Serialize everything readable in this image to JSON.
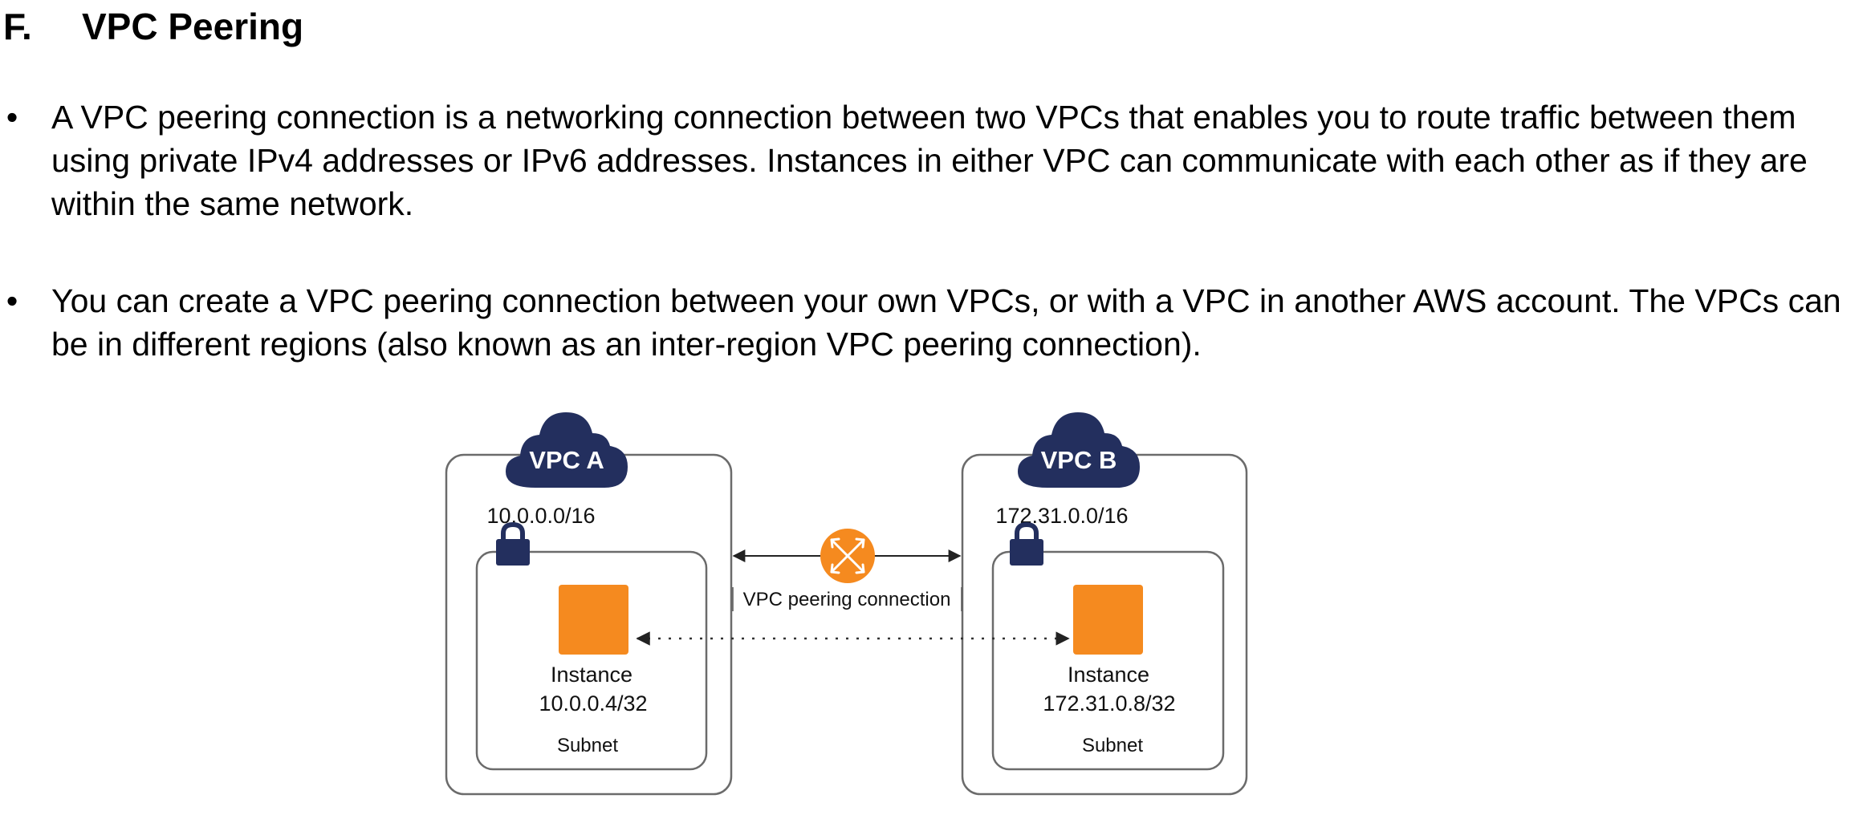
{
  "section": {
    "letter": "F.",
    "title": "VPC Peering"
  },
  "bullets": [
    {
      "symbol": "•",
      "text": "A VPC peering connection is a networking connection between two VPCs that enables you to route traffic between them using private IPv4 addresses or IPv6 addresses. Instances in either VPC can communicate with each other as if they are within the same network."
    },
    {
      "symbol": "•",
      "text": "You can create a VPC peering connection between your own VPCs, or with a VPC in another AWS account. The VPCs can be in different regions (also known as an inter-region VPC peering connection)."
    }
  ],
  "diagram": {
    "colors": {
      "cloud": "#232f5e",
      "instance": "#f58a1f",
      "router": "#f58a1f",
      "border": "#6b6b6b"
    },
    "vpc_a": {
      "name": "VPC A",
      "cidr": "10.0.0.0/16",
      "instance_label": "Instance",
      "instance_ip": "10.0.0.4/32",
      "subnet_label": "Subnet"
    },
    "vpc_b": {
      "name": "VPC B",
      "cidr": "172.31.0.0/16",
      "instance_label": "Instance",
      "instance_ip": "172.31.0.8/32",
      "subnet_label": "Subnet"
    },
    "peering_label": "VPC peering connection"
  }
}
